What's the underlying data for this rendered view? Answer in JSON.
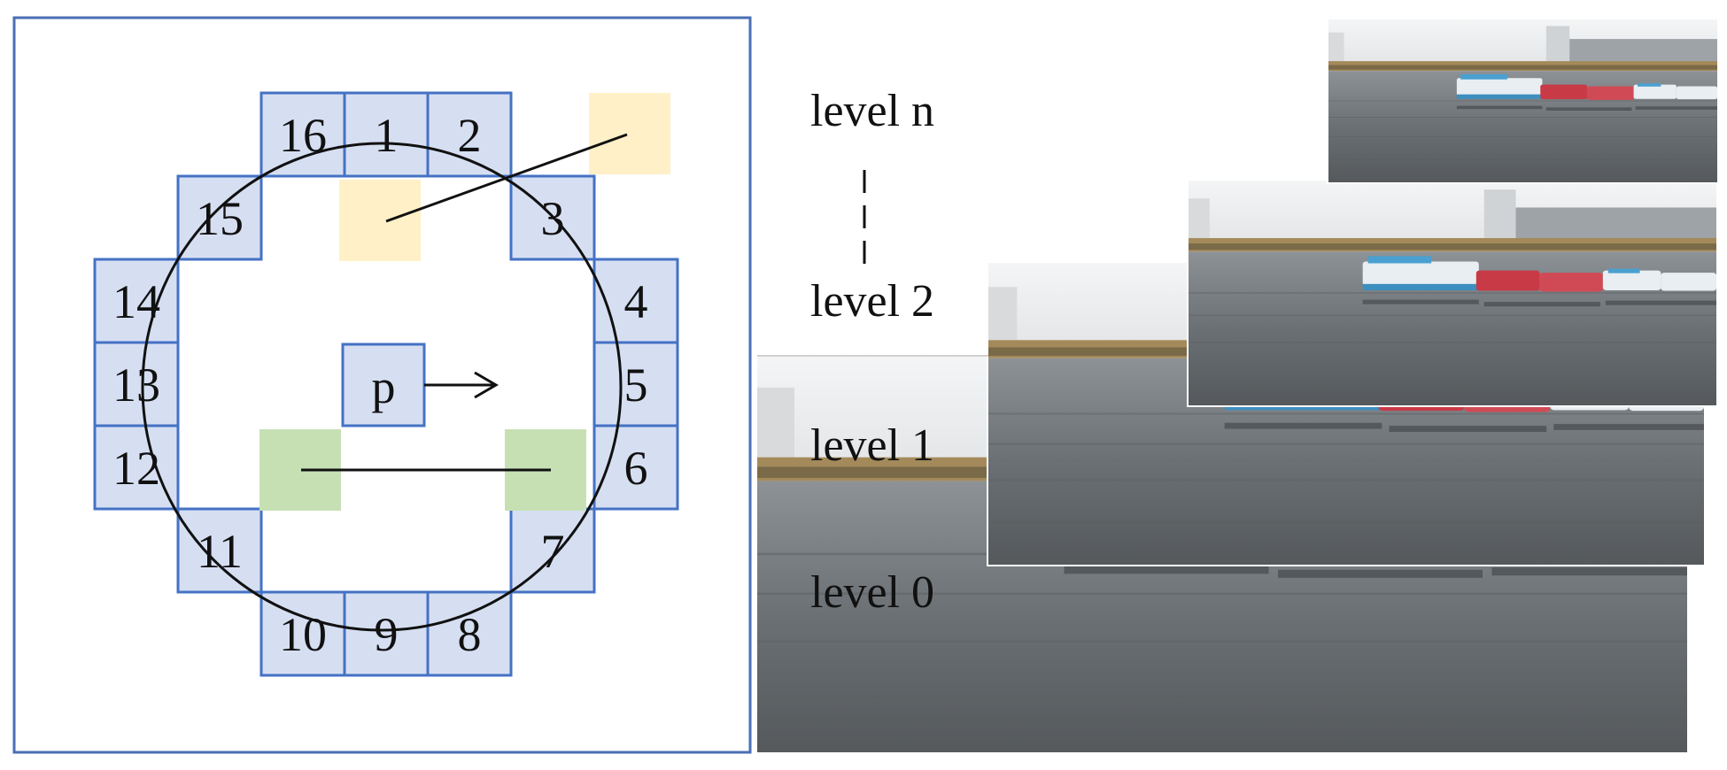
{
  "brief_panel": {
    "pixel_numbers": [
      "16",
      "1",
      "2",
      "3",
      "4",
      "5",
      "6",
      "7",
      "8",
      "9",
      "10",
      "11",
      "12",
      "13",
      "14",
      "15"
    ],
    "center_label": "p"
  },
  "pyramid_panel": {
    "level_labels": [
      "level n",
      "level 2",
      "level 1",
      "level 0"
    ]
  },
  "colors": {
    "frame": "#4a6fb5",
    "cell_fill": "#d6dff2",
    "cell_stroke": "#4472c4",
    "yellow_fill": "#fff0c8",
    "green_fill": "#c6e0b4",
    "water": "#6f7478",
    "sky": "#eef0f2",
    "shore": "#a48a5a",
    "boat_white": "#e8eef2",
    "boat_red": "#c83a45",
    "boat_blue": "#4aa0d0"
  },
  "icons": [
    "arrow-right-icon"
  ]
}
